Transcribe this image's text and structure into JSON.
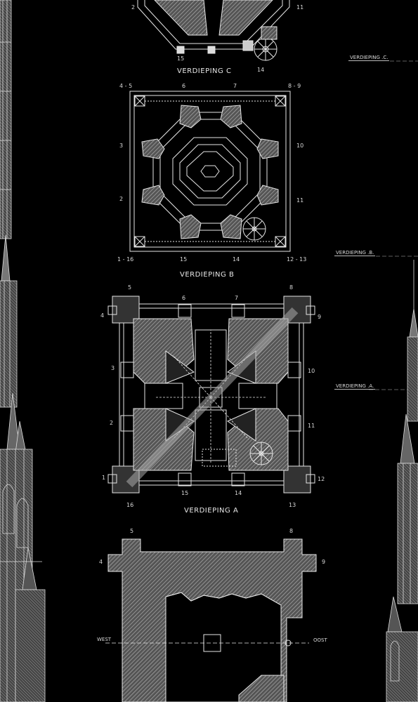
{
  "floors": {
    "c": {
      "title": "VERDIEPING  C",
      "nums": [
        "2",
        "11",
        "15",
        "14"
      ]
    },
    "b": {
      "title": "VERDIEPING  B",
      "nums": [
        "4 - 5",
        "6",
        "7",
        "8 - 9",
        "3",
        "10",
        "2",
        "11",
        "1 - 16",
        "15",
        "14",
        "12 - 13"
      ]
    },
    "a": {
      "title": "VERDIEPING  A",
      "nums": [
        "5",
        "6",
        "7",
        "8",
        "4",
        "9",
        "3",
        "10",
        "2",
        "11",
        "1",
        "12",
        "16",
        "15",
        "14",
        "13"
      ]
    },
    "ground": {
      "nums": [
        "5",
        "8",
        "4",
        "9"
      ]
    }
  },
  "levels": {
    "c": "VERDIEPING  .C.",
    "b": "VERDIEPING  .B.",
    "a": "VERDIEPING  .A."
  },
  "compass": {
    "west": "WEST",
    "east": "OOST"
  },
  "colors": {
    "background": "#000000",
    "lines": "#e6e6e6",
    "hatch": "#9a9a9a"
  }
}
